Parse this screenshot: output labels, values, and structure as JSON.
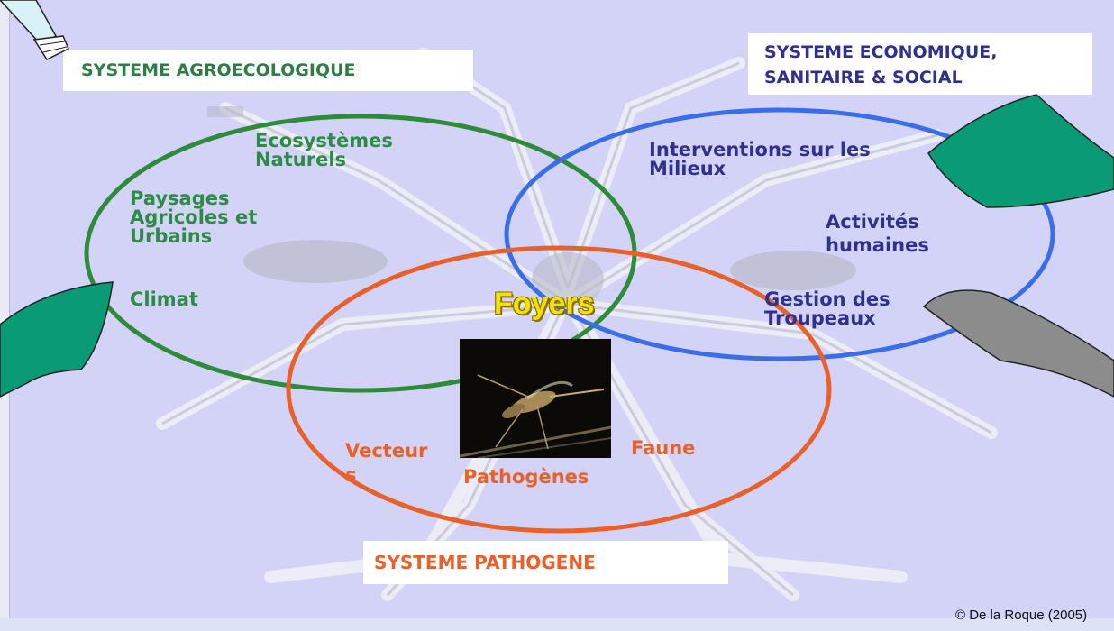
{
  "systems": {
    "agro": "SYSTEME  AGROECOLOGIQUE",
    "eco_line1": "SYSTEME ECONOMIQUE,",
    "eco_line2": "SANITAIRE & SOCIAL",
    "patho": "SYSTEME  PATHOGENE"
  },
  "green_items": {
    "ecosystemes": "Ecosystèmes\nNaturels",
    "paysages": "Paysages\nAgricoles et\nUrbains",
    "climat": "Climat"
  },
  "blue_items": {
    "interventions": "Interventions sur les\nMilieux",
    "activites": "Activités\nhumaines",
    "gestion": "Gestion des\nTroupeaux"
  },
  "orange_items": {
    "vecteurs": "Vecteur\ns",
    "faune": "Faune",
    "pathogenes": "Pathogènes"
  },
  "center": "Foyers",
  "copyright": "© De la Roque (2005)",
  "colors": {
    "background": "#d2d3f6",
    "green": "#2e8b45",
    "blue": "#3a6ee8",
    "orange": "#e8602a",
    "teal_shape": "#0a9a76",
    "gray_shape": "#8c8c8c",
    "foyers": "#f2e200"
  }
}
